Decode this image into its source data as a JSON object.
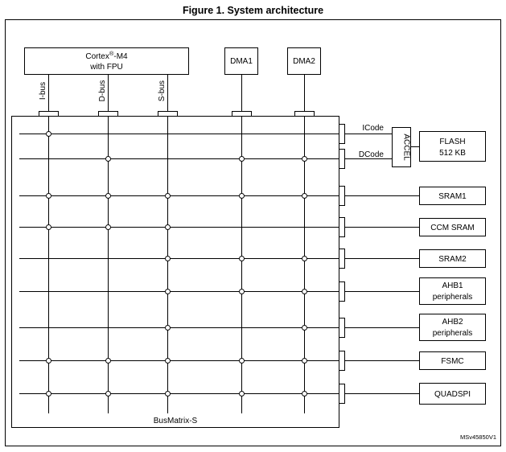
{
  "figure_title": "Figure 1. System architecture",
  "masters": {
    "cpu_line1": "Cortex",
    "cpu_reg": "®",
    "cpu_line1_suffix": "-M4",
    "cpu_line2": "with FPU",
    "buses": [
      "I-bus",
      "D-bus",
      "S-bus"
    ],
    "dma1": "DMA1",
    "dma2": "DMA2"
  },
  "flash_path": {
    "icode_label": "ICode",
    "dcode_label": "DCode",
    "accel_label": "ACCEL",
    "flash_line1": "FLASH",
    "flash_line2": "512 KB"
  },
  "slaves": [
    {
      "id": "sram1",
      "lines": [
        "SRAM1"
      ]
    },
    {
      "id": "ccm-sram",
      "lines": [
        "CCM SRAM"
      ]
    },
    {
      "id": "sram2",
      "lines": [
        "SRAM2"
      ]
    },
    {
      "id": "ahb1",
      "lines": [
        "AHB1",
        "peripherals"
      ]
    },
    {
      "id": "ahb2",
      "lines": [
        "AHB2",
        "peripherals"
      ]
    },
    {
      "id": "fsmc",
      "lines": [
        "FSMC"
      ]
    },
    {
      "id": "quadspi",
      "lines": [
        "QUADSPI"
      ]
    }
  ],
  "matrix_label": "BusMatrix-S",
  "figure_id": "MSv45850V1"
}
